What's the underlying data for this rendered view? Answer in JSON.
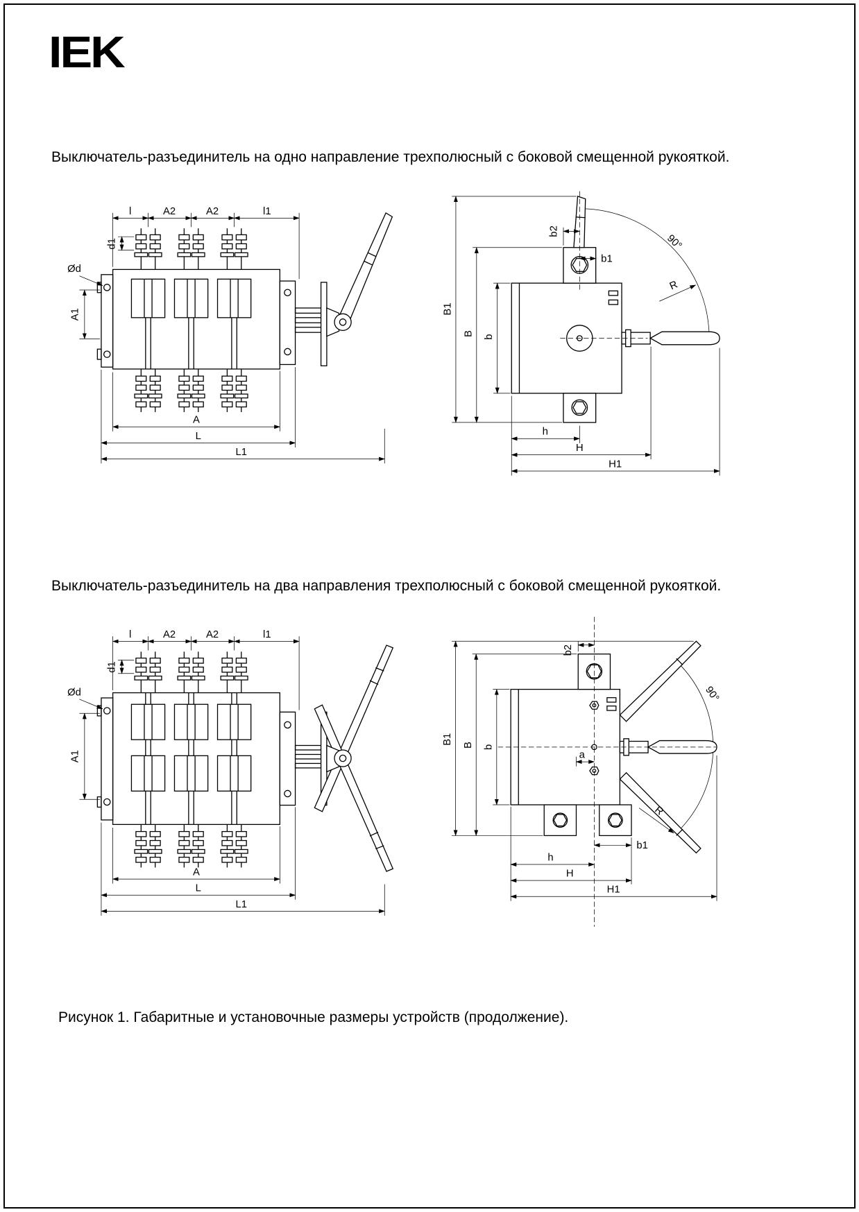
{
  "brand": {
    "logo_text": "IEK"
  },
  "caption": "Рисунок 1. Габаритные и установочные размеры устройств (продолжение).",
  "sections": [
    {
      "title": "Выключатель-разъединитель на одно направление трехполюсный с боковой смещенной рукояткой.",
      "front": {
        "dims": {
          "l": "l",
          "A2a": "A2",
          "A2b": "A2",
          "l1": "l1",
          "d1": "d1",
          "Od": "Ød",
          "A1": "A1",
          "A": "A",
          "L": "L",
          "L1": "L1"
        }
      },
      "side": {
        "dims": {
          "B1": "B1",
          "B": "B",
          "b": "b",
          "b2": "b2",
          "b1": "b1",
          "angle": "90°",
          "R": "R",
          "h": "h",
          "H": "H",
          "H1": "H1"
        }
      }
    },
    {
      "title": "Выключатель-разъединитель на два направления трехполюсный с боковой смещенной рукояткой.",
      "front": {
        "dims": {
          "l": "l",
          "A2a": "A2",
          "A2b": "A2",
          "l1": "l1",
          "d1": "d1",
          "Od": "Ød",
          "A1": "A1",
          "A": "A",
          "L": "L",
          "L1": "L1"
        }
      },
      "side": {
        "dims": {
          "B1": "B1",
          "B": "B",
          "b": "b",
          "b2": "b2",
          "a": "a",
          "b1": "b1",
          "angle": "90°",
          "R": "R",
          "h": "h",
          "H": "H",
          "H1": "H1"
        }
      }
    }
  ]
}
